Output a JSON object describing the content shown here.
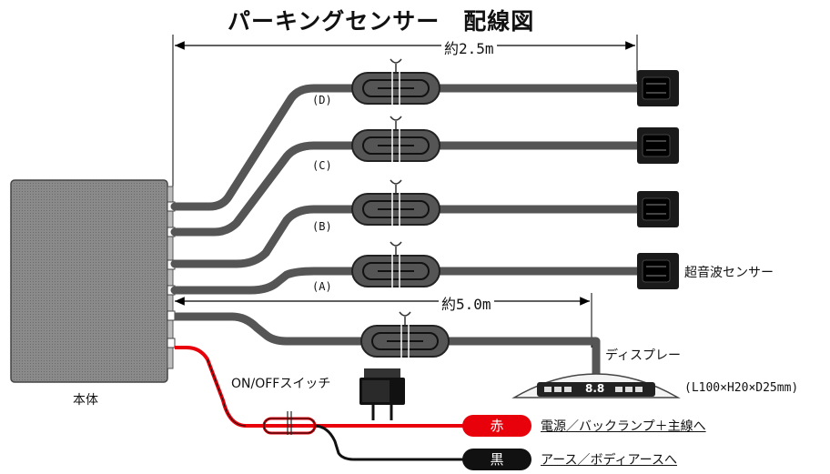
{
  "title": "パーキングセンサー　配線図",
  "dimensions": {
    "sensor_cable_length": "約2.5m",
    "display_cable_length": "約5.0m"
  },
  "channels": [
    "(D)",
    "(C)",
    "(B)",
    "(A)"
  ],
  "labels": {
    "main_unit": "本体",
    "ultrasonic_sensor": "超音波センサー",
    "display": "ディスプレー",
    "display_size": "(L100×H20×D25mm)",
    "onoff_switch": "ON/OFFスイッチ",
    "display_readout": "8.8"
  },
  "wires": {
    "red": {
      "color_name": "赤",
      "destination": "電源／バックランプ＋主線へ",
      "color": "#e8000b"
    },
    "black": {
      "color_name": "黒",
      "destination": "アース／ボディアースへ",
      "color": "#111111"
    }
  },
  "colors": {
    "cable": "#555555",
    "unit": "#7a7a7a",
    "sensor": "#1a1a1a"
  }
}
